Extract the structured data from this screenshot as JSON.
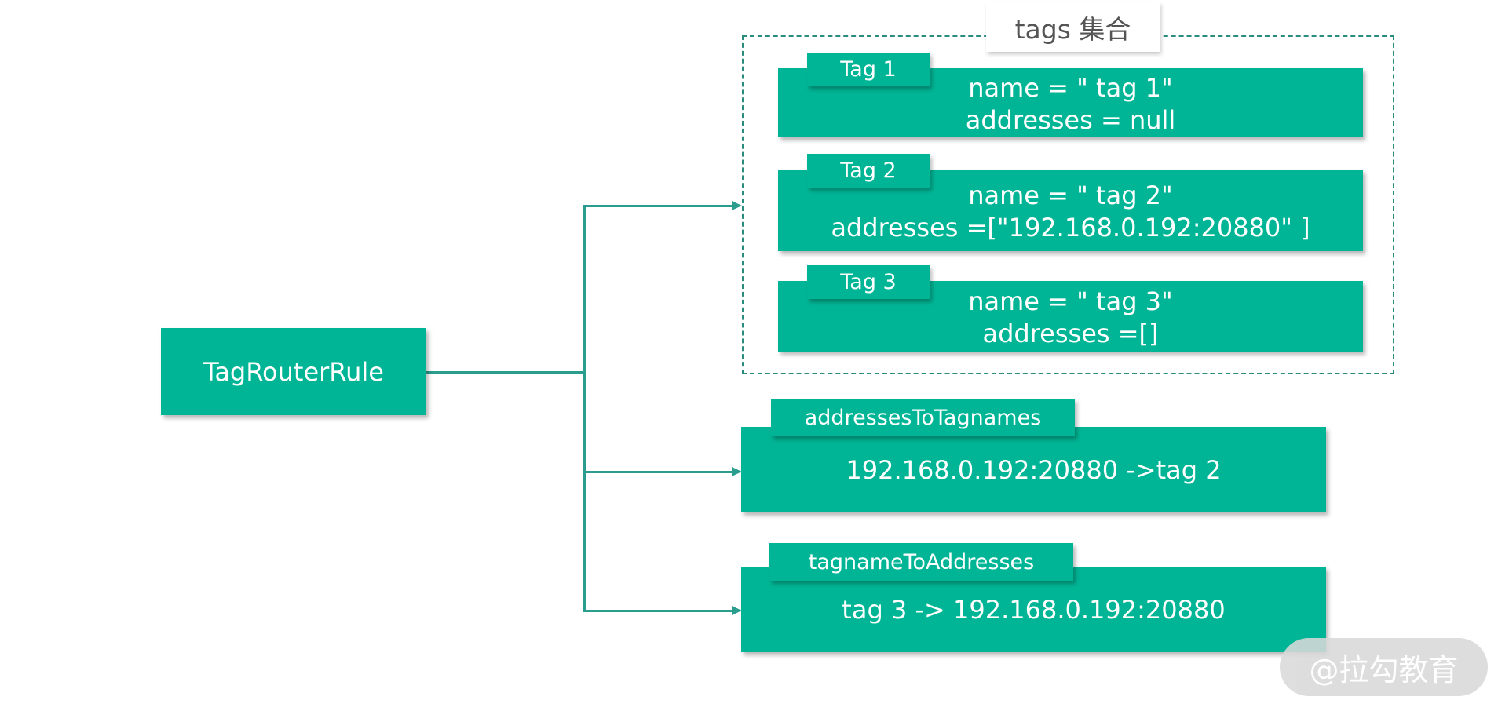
{
  "root": {
    "label": "TagRouterRule"
  },
  "tags_group": {
    "title": "tags 集合",
    "items": [
      {
        "tab": "Tag 1",
        "line1": "name = \" tag 1\"",
        "line2": "addresses = null"
      },
      {
        "tab": "Tag 2",
        "line1": "name = \" tag 2\"",
        "line2": "addresses =[\"192.168.0.192:20880\" ]"
      },
      {
        "tab": "Tag 3",
        "line1": "name = \" tag 3\"",
        "line2": "addresses =[]"
      }
    ]
  },
  "addresses_to_tagnames": {
    "tab": "addressesToTagnames",
    "value": "192.168.0.192:20880 ->tag 2"
  },
  "tagname_to_addresses": {
    "tab": "tagnameToAddresses",
    "value": "tag 3 -> 192.168.0.192:20880"
  },
  "watermark": {
    "text": "@拉勾教育"
  },
  "colors": {
    "box_fill": "#00b595",
    "connector": "#2a9d8f",
    "frame_border": "#2a8c7c",
    "title_text": "#555555"
  }
}
